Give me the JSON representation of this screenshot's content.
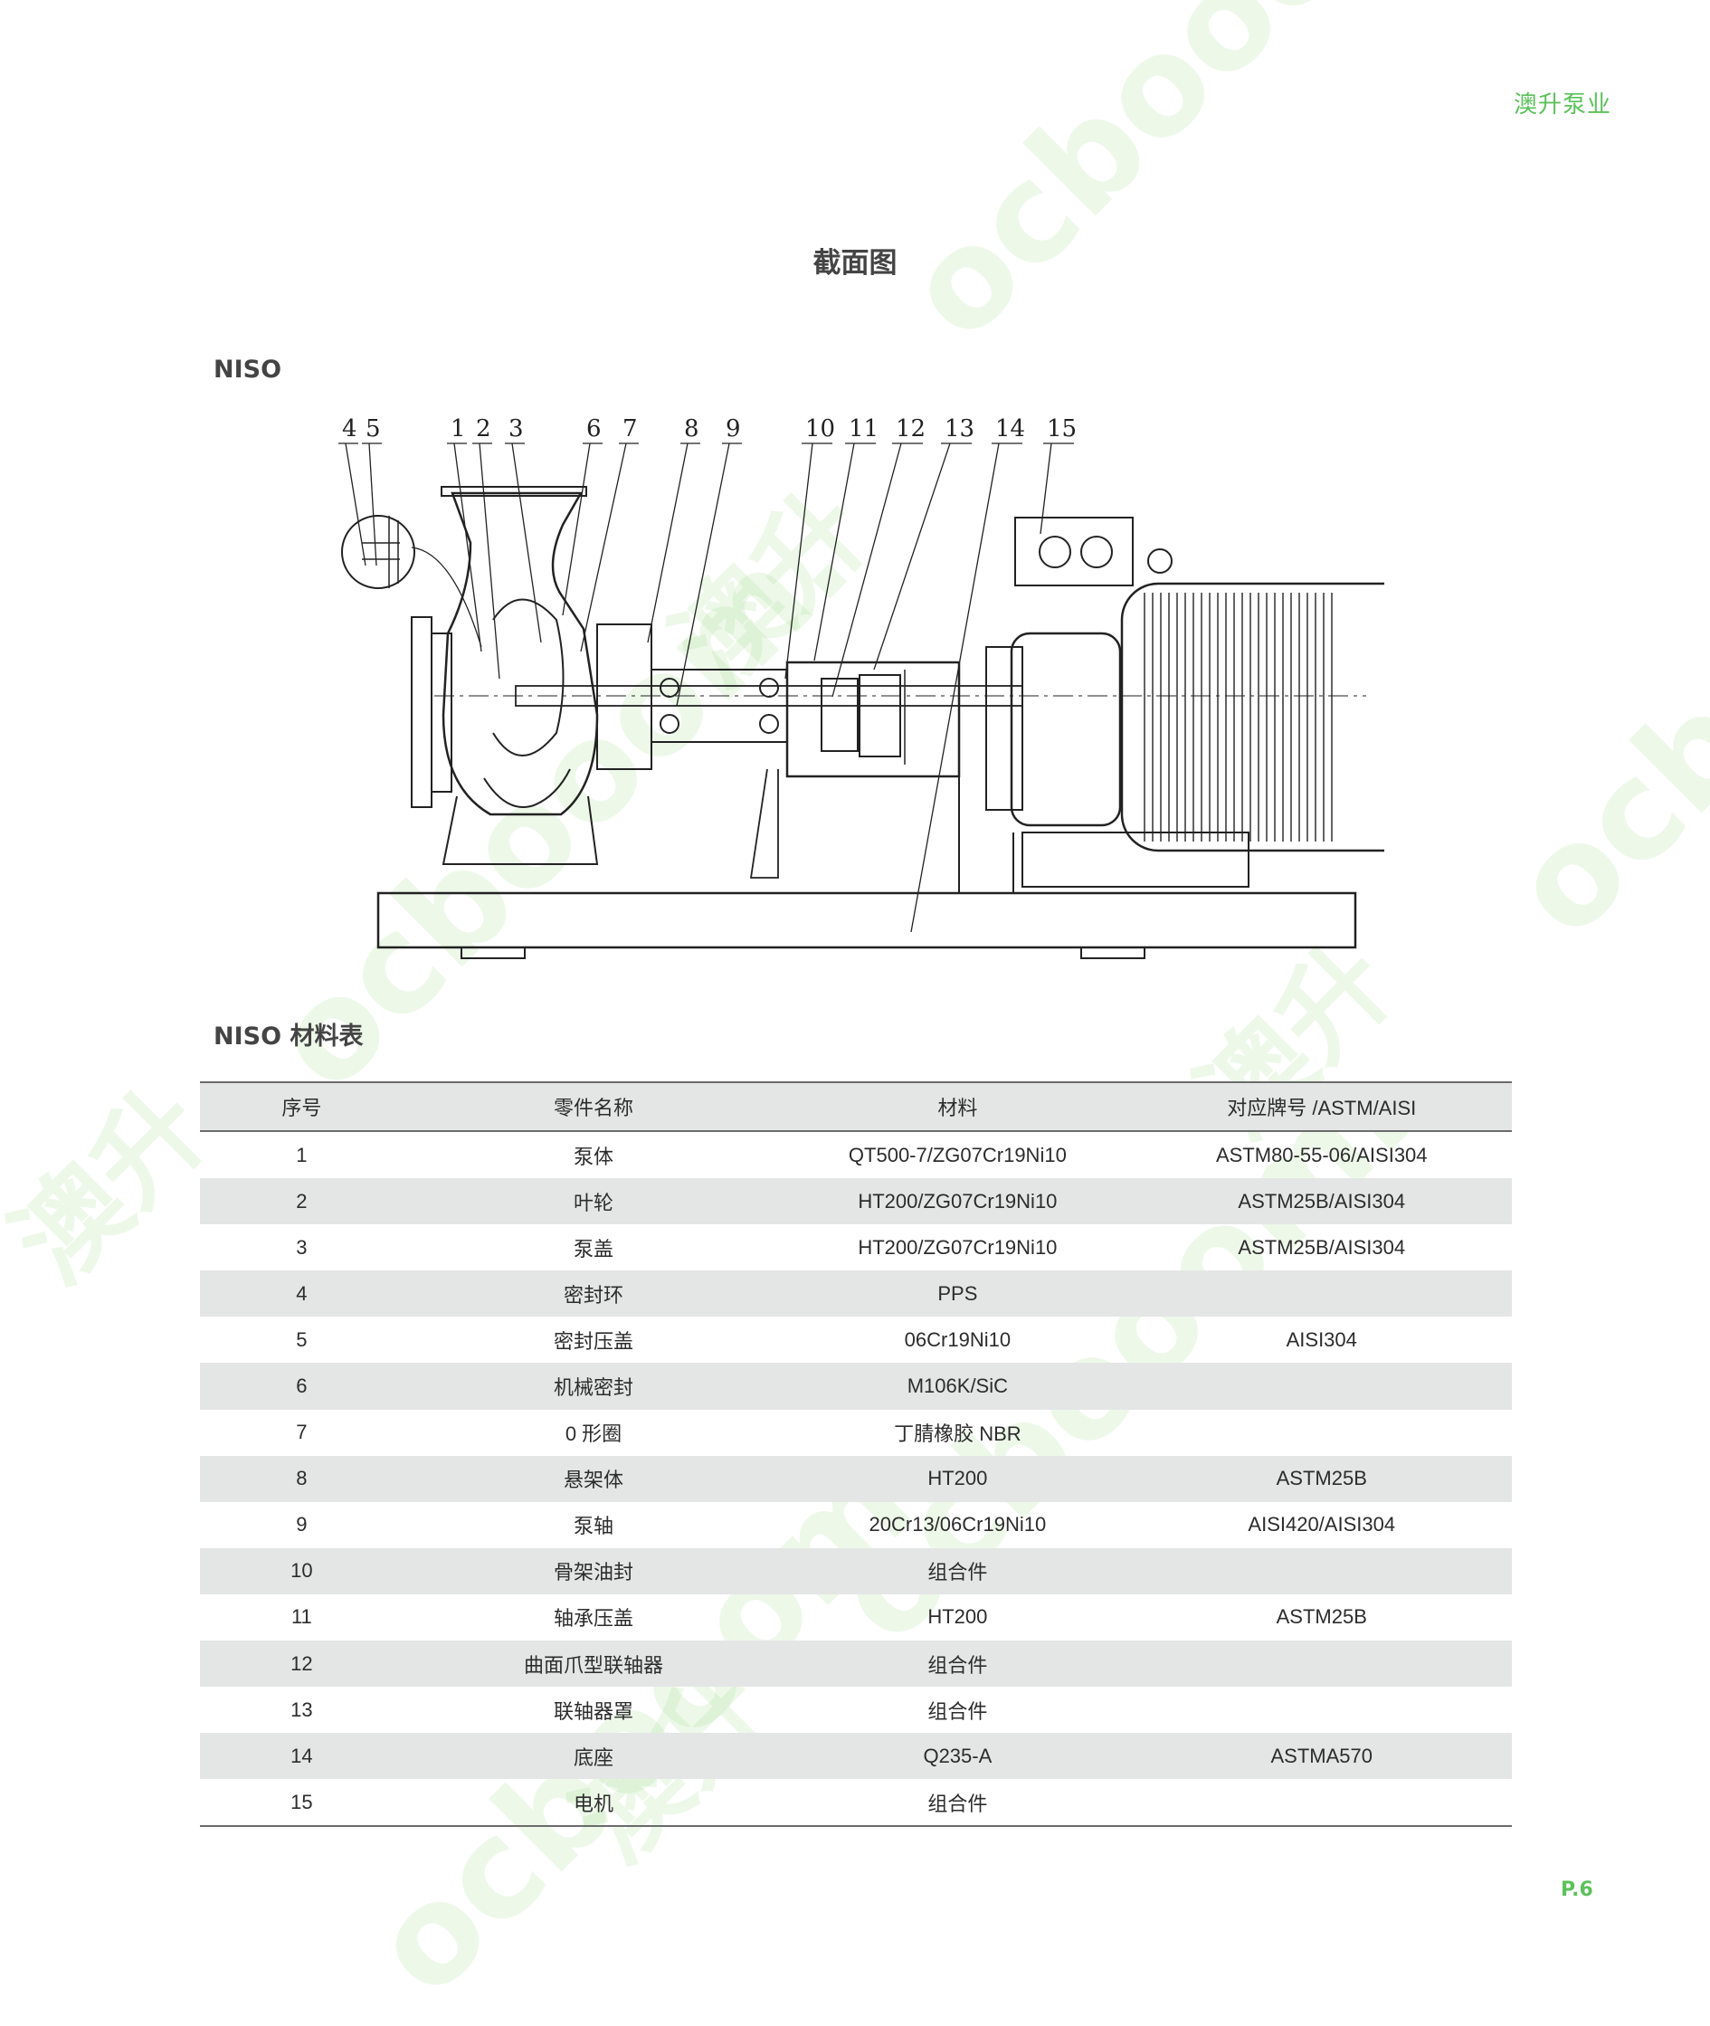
{
  "header": {
    "brand": "澳升泵业"
  },
  "page": {
    "title": "截面图",
    "number": "P.6"
  },
  "sections": {
    "drawing_label": "NISO",
    "table_label": "NISO 材料表"
  },
  "watermark": {
    "text": "ocbooom.",
    "text2": "澳升",
    "color": "#7ccd5e"
  },
  "drawing": {
    "callouts": [
      "4",
      "5",
      "1",
      "2",
      "3",
      "6",
      "7",
      "8",
      "9",
      "10",
      "11",
      "12",
      "13",
      "14",
      "15"
    ]
  },
  "table": {
    "headers": [
      "序号",
      "零件名称",
      "材料",
      "对应牌号 /ASTM/AISI"
    ],
    "rows": [
      [
        "1",
        "泵体",
        "QT500-7/ZG07Cr19Ni10",
        "ASTM80-55-06/AISI304"
      ],
      [
        "2",
        "叶轮",
        "HT200/ZG07Cr19Ni10",
        "ASTM25B/AISI304"
      ],
      [
        "3",
        "泵盖",
        "HT200/ZG07Cr19Ni10",
        "ASTM25B/AISI304"
      ],
      [
        "4",
        "密封环",
        "PPS",
        ""
      ],
      [
        "5",
        "密封压盖",
        "06Cr19Ni10",
        "AISI304"
      ],
      [
        "6",
        "机械密封",
        "M106K/SiC",
        ""
      ],
      [
        "7",
        "0 形圈",
        "丁腈橡胶 NBR",
        ""
      ],
      [
        "8",
        "悬架体",
        "HT200",
        "ASTM25B"
      ],
      [
        "9",
        "泵轴",
        "20Cr13/06Cr19Ni10",
        "AISI420/AISI304"
      ],
      [
        "10",
        "骨架油封",
        "组合件",
        ""
      ],
      [
        "11",
        "轴承压盖",
        "HT200",
        "ASTM25B"
      ],
      [
        "12",
        "曲面爪型联轴器",
        "组合件",
        ""
      ],
      [
        "13",
        "联轴器罩",
        "组合件",
        ""
      ],
      [
        "14",
        "底座",
        "Q235-A",
        "ASTMA570"
      ],
      [
        "15",
        "电机",
        "组合件",
        ""
      ]
    ]
  }
}
